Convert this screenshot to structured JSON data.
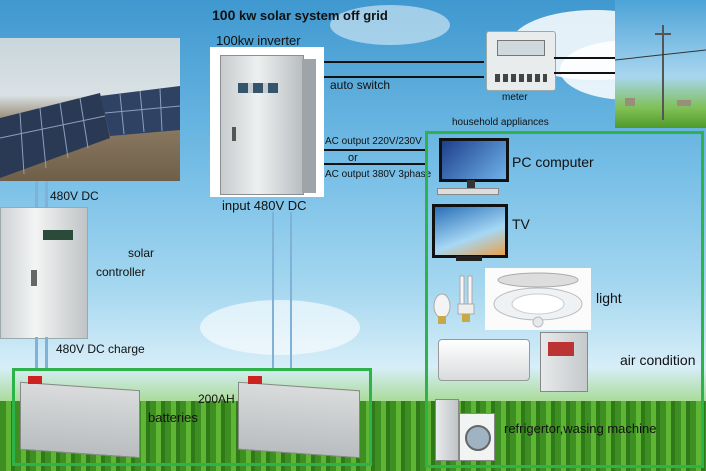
{
  "title": "100 kw solar system off grid",
  "title_prefix": "100",
  "title_rest": " kw solar system off grid",
  "inverter_label": "100kw inverter",
  "auto_switch_label": "auto switch",
  "meter_label": "meter",
  "household_label": "household appliances",
  "ac_output_1": "AC output 220V/230V",
  "ac_or": "or",
  "ac_output_2": "AC output 380V 3phase",
  "input_label": "input 480V DC",
  "dc_label": "480V DC",
  "solar_label": "solar",
  "controller_label": "controller",
  "dc_charge_label": "480V DC charge",
  "battery_capacity": "200AH",
  "batteries_label": "batteries",
  "appliances": {
    "pc": "PC computer",
    "tv": "TV",
    "light": "light",
    "ac": "air condition",
    "fridge": "refrigertor,wasing machine"
  },
  "colors": {
    "frame_green": "#2db34a",
    "wire": "#111111",
    "wire_blue": "#7fb2d6"
  }
}
